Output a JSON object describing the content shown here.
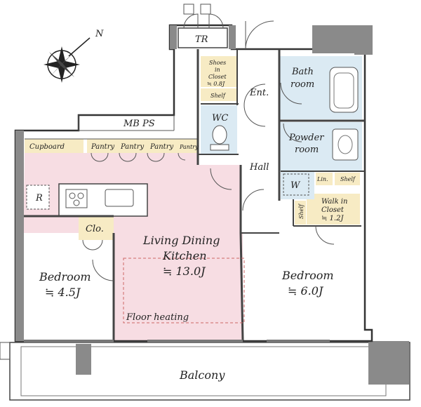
{
  "compass": {
    "label": "N",
    "icon": "compass-rose-icon"
  },
  "rooms": {
    "tr": "TR",
    "shoes_closet_1": "Shoes",
    "shoes_closet_2": "in",
    "shoes_closet_3": "Closet",
    "shoes_closet_4": "≒ 0.8J",
    "shelf_top": "Shelf",
    "ent": "Ent.",
    "bath_1": "Bath",
    "bath_2": "room",
    "wc": "WC",
    "mbps": "MB PS",
    "powder_1": "Powder",
    "powder_2": "room",
    "washer": "W",
    "lin": "Lin.",
    "shelf_right": "Shelf",
    "shelf_vertical": "Shelf",
    "walkin_1": "Walk in",
    "walkin_2": "Closet",
    "walkin_3": "≒ 1.2J",
    "hall": "Hall",
    "cupboard": "Cupboard",
    "pantry_1": "Pantry",
    "pantry_2": "Pantry",
    "pantry_3": "Pantry",
    "pantry_4": "Pantry",
    "fridge": "R",
    "clo": "Clo.",
    "ldk_1": "Living Dining",
    "ldk_2": "Kitchen",
    "ldk_3": "≒ 13.0J",
    "floor_heating": "Floor heating",
    "bedroom_left_1": "Bedroom",
    "bedroom_left_2": "≒ 4.5J",
    "bedroom_right_1": "Bedroom",
    "bedroom_right_2": "≒ 6.0J",
    "balcony": "Balcony"
  },
  "colors": {
    "ldk": "#f7dde3",
    "closet": "#f7ebc4",
    "wet": "#dbeaf3",
    "room": "#ffffff",
    "wall": "#8a8a8a"
  }
}
